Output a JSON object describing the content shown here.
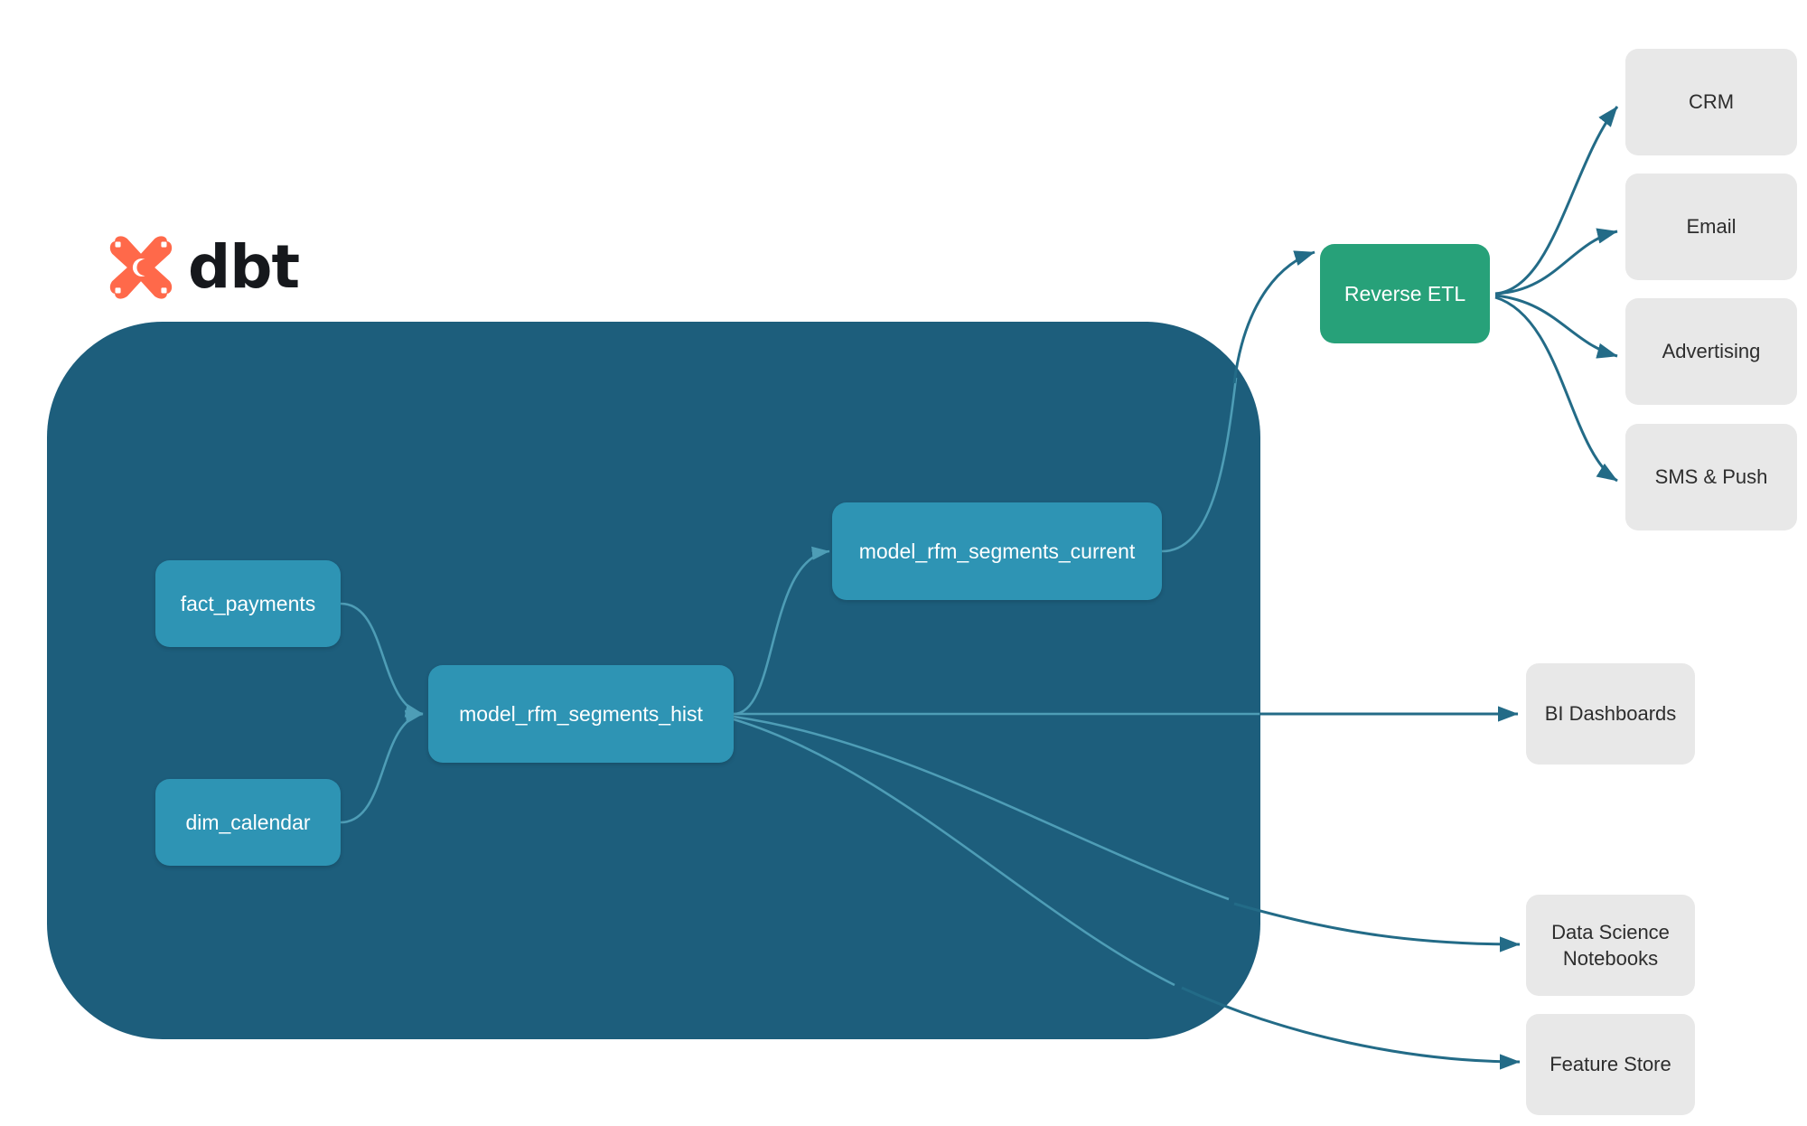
{
  "diagram": {
    "title": "dbt RFM segmentation lineage and activation flow",
    "background": "#ffffff",
    "colors": {
      "dbt_orange": "#FF694A",
      "dbt_wordmark": "#16181c",
      "project_container": "#1D5E7C",
      "model_node": "#2E94B4",
      "reverse_etl": "#27A179",
      "destination_node": "#E8E8E8",
      "destination_text": "#2d2d2d",
      "edge_outer": "#236B87",
      "edge_inner": "#3D8FA8"
    }
  },
  "brand": {
    "logo_icon": "dbt-logo-icon",
    "wordmark": "dbt"
  },
  "project": {
    "label": "dbt-project-container",
    "models": [
      {
        "id": "fact_payments",
        "label": "fact_payments"
      },
      {
        "id": "dim_calendar",
        "label": "dim_calendar"
      },
      {
        "id": "model_rfm_segments_hist",
        "label": "model_rfm_segments_hist"
      },
      {
        "id": "model_rfm_segments_current",
        "label": "model_rfm_segments_current"
      }
    ]
  },
  "activation": {
    "hub": {
      "id": "reverse_etl",
      "label": "Reverse ETL"
    },
    "destinations": [
      {
        "id": "crm",
        "label": "CRM"
      },
      {
        "id": "email",
        "label": "Email"
      },
      {
        "id": "advertising",
        "label": "Advertising"
      },
      {
        "id": "sms_push",
        "label": "SMS & Push"
      }
    ]
  },
  "consumers": [
    {
      "id": "bi_dashboards",
      "label": "BI Dashboards",
      "line1": "BI Dashboards",
      "line2": ""
    },
    {
      "id": "data_science_notebooks",
      "label": "Data Science Notebooks",
      "line1": "Data Science",
      "line2": "Notebooks"
    },
    {
      "id": "feature_store",
      "label": "Feature Store",
      "line1": "Feature Store",
      "line2": ""
    }
  ],
  "edges": [
    {
      "from": "fact_payments",
      "to": "model_rfm_segments_hist"
    },
    {
      "from": "dim_calendar",
      "to": "model_rfm_segments_hist"
    },
    {
      "from": "model_rfm_segments_hist",
      "to": "model_rfm_segments_current"
    },
    {
      "from": "model_rfm_segments_hist",
      "to": "bi_dashboards"
    },
    {
      "from": "model_rfm_segments_hist",
      "to": "data_science_notebooks"
    },
    {
      "from": "model_rfm_segments_hist",
      "to": "feature_store"
    },
    {
      "from": "model_rfm_segments_current",
      "to": "reverse_etl"
    },
    {
      "from": "reverse_etl",
      "to": "crm"
    },
    {
      "from": "reverse_etl",
      "to": "email"
    },
    {
      "from": "reverse_etl",
      "to": "advertising"
    },
    {
      "from": "reverse_etl",
      "to": "sms_push"
    }
  ]
}
